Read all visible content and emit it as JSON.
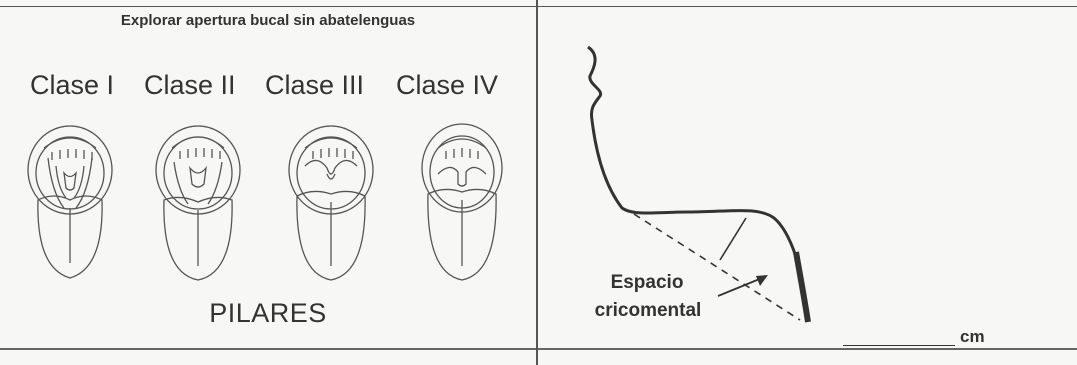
{
  "left_panel": {
    "title": "Explorar apertura bucal sin abatelenguas",
    "classes": [
      "Clase I",
      "Clase II",
      "Clase III",
      "Clase IV"
    ],
    "footer_label": "PILARES"
  },
  "right_panel": {
    "annotation_line1": "Espacio",
    "annotation_line2": "cricomental",
    "measurement_unit": "cm"
  }
}
